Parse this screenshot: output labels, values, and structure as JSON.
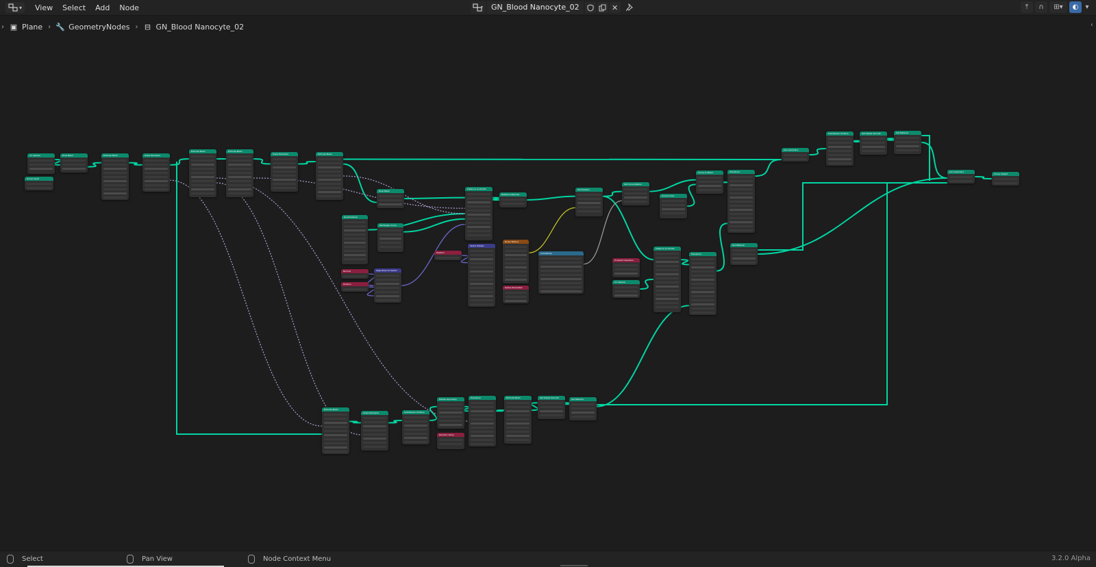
{
  "header": {
    "menus": [
      "View",
      "Select",
      "Add",
      "Node"
    ],
    "node_tree_name": "GN_Blood Nanocyte_02",
    "icons": [
      "node-editor-icon",
      "fake-user-shield-icon",
      "duplicate-icon",
      "unlink-close-icon",
      "pin-icon"
    ]
  },
  "breadcrumb": {
    "object": "Plane",
    "modifier": "GeometryNodes",
    "node_tree": "GN_Blood Nanocyte_02"
  },
  "status": {
    "select": "Select",
    "pan": "Pan View",
    "context": "Node Context Menu",
    "version": "3.2.0 Alpha"
  },
  "colors": {
    "background": "#1d1d1d",
    "geometry_link": "#00d6a3",
    "field_link": "#b4a0d9",
    "vector_link": "#6f6fd9",
    "float_link": "#a1a1a1",
    "color_link": "#c7c729",
    "node_body": "#303030",
    "header_geometry": "#0c8a6c",
    "header_input": "#8a1f3f",
    "header_vector": "#3b3b8a",
    "header_texture": "#8a4a13",
    "header_converter": "#2a6a8c"
  },
  "nodes": [
    {
      "title": "Ico Sphere"
    },
    {
      "title": "Dual Mesh"
    },
    {
      "title": "Group Input"
    },
    {
      "title": "Extrude Mesh"
    },
    {
      "title": "Scale Elements"
    },
    {
      "title": "Extrude Mesh"
    },
    {
      "title": "Extrude Mesh"
    },
    {
      "title": "Scale Elements"
    },
    {
      "title": "Extrude Mesh"
    },
    {
      "title": "Dual Mesh"
    },
    {
      "title": "Instance on Points"
    },
    {
      "title": "Realize Instances"
    },
    {
      "title": "Set Position"
    },
    {
      "title": "Set Curve Radius"
    },
    {
      "title": "Curve to Mesh"
    },
    {
      "title": "Curve Circle"
    },
    {
      "title": "Transform"
    },
    {
      "title": "Join Geometry"
    },
    {
      "title": "Subdivision Surface"
    },
    {
      "title": "Set Shade Smooth"
    },
    {
      "title": "Set Material"
    },
    {
      "title": "Join Geometry"
    },
    {
      "title": "Group Output"
    },
    {
      "title": "Quadrilateral"
    },
    {
      "title": "Rectangle Curve"
    },
    {
      "title": "Normal"
    },
    {
      "title": "Position"
    },
    {
      "title": "Align Euler to Vector"
    },
    {
      "title": "Position"
    },
    {
      "title": "Vector Rotate"
    },
    {
      "title": "Noise Texture"
    },
    {
      "title": "ColorRamp"
    },
    {
      "title": "Spline Parameter"
    },
    {
      "title": "Endpoint Selection"
    },
    {
      "title": "Ico Sphere"
    },
    {
      "title": "Instance on Points"
    },
    {
      "title": "Transform"
    },
    {
      "title": "Set Material"
    },
    {
      "title": "Extrude Mesh"
    },
    {
      "title": "Scale Elements"
    },
    {
      "title": "Subdivision Surface"
    },
    {
      "title": "Delete Geometry"
    },
    {
      "title": "Random Value"
    },
    {
      "title": "Transform"
    },
    {
      "title": "Extrude Mesh"
    },
    {
      "title": "Set Shade Smooth"
    },
    {
      "title": "Set Material"
    }
  ]
}
